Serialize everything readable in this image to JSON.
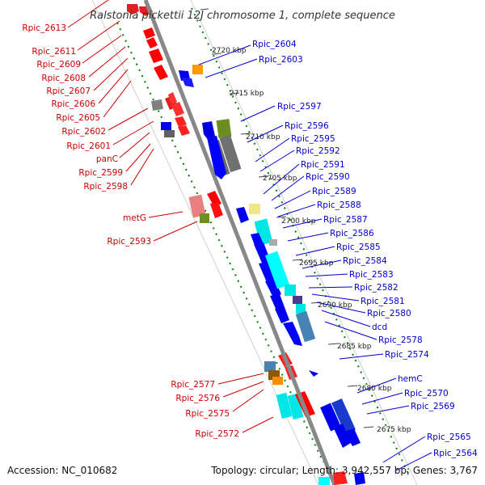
{
  "title": "Ralstonia pickettii 12J chromosome 1, complete sequence",
  "footer": {
    "accession": "Accession: NC_010682",
    "topology": "Topology: circular; Length: 3,942,557 bp; Genes: 3,767"
  },
  "kbp_labels": [
    "2720 kbp",
    "2715 kbp",
    "2710 kbp",
    "2705 kbp",
    "2700 kbp",
    "2695 kbp",
    "2690 kbp",
    "2685 kbp",
    "2680 kbp",
    "2675 kbp"
  ],
  "left_genes": [
    "Rpic_2613",
    "Rpic_2611",
    "Rpic_2609",
    "Rpic_2608",
    "Rpic_2607",
    "Rpic_2606",
    "Rpic_2605",
    "Rpic_2602",
    "Rpic_2601",
    "panC",
    "Rpic_2599",
    "Rpic_2598",
    "metG",
    "Rpic_2593",
    "Rpic_2577",
    "Rpic_2576",
    "Rpic_2575",
    "Rpic_2572"
  ],
  "right_genes": [
    "Rpic_2604",
    "Rpic_2603",
    "Rpic_2597",
    "Rpic_2596",
    "Rpic_2595",
    "Rpic_2592",
    "Rpic_2591",
    "Rpic_2590",
    "Rpic_2589",
    "Rpic_2588",
    "Rpic_2587",
    "Rpic_2586",
    "Rpic_2585",
    "Rpic_2584",
    "Rpic_2583",
    "Rpic_2582",
    "Rpic_2581",
    "Rpic_2580",
    "dcd",
    "Rpic_2578",
    "Rpic_2574",
    "hemC",
    "Rpic_2570",
    "Rpic_2569",
    "Rpic_2565",
    "Rpic_2564"
  ],
  "colors": {
    "minus_strand_label": "#cc0000",
    "plus_strand_label": "#0000cc",
    "backbone": "#888888",
    "tick": "#008000"
  }
}
